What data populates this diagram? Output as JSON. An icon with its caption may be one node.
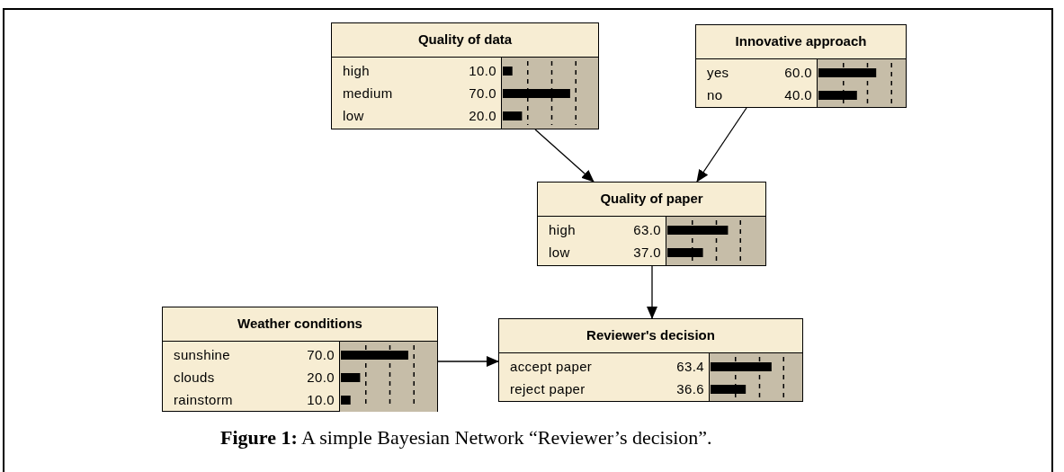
{
  "diagram": {
    "caption": "**Figure 1:** A simple Bayesian Network “Reviewer’s decision”.",
    "nodes": [
      {
        "text": [
          "Quality of data",
          "high",
          "10.0",
          "medium",
          "70.0",
          "low",
          "20.0"
        ]
      },
      {
        "text": [
          "Innovative approach",
          "yes",
          "60.0",
          "no",
          "40.0"
        ]
      },
      {
        "text": [
          "Quality of paper",
          "high",
          "63.0",
          "low",
          "37.0"
        ]
      },
      {
        "text": [
          "Weather conditions",
          "sunshine",
          "70.0",
          "clouds",
          "20.0",
          "rainstorm",
          "10.0"
        ]
      },
      {
        "text": [
          "Reviewer's decision",
          "accept paper",
          "63.4",
          "reject paper",
          "36.6"
        ]
      }
    ],
    "edges": [
      {
        "from": 0,
        "to": 2,
        "arrow": "to"
      },
      {
        "from": 1,
        "to": 2,
        "arrow": "to"
      },
      {
        "from": 2,
        "to": 4,
        "arrow": "to"
      },
      {
        "from": 3,
        "to": 4,
        "arrow": "to"
      }
    ]
  }
}
